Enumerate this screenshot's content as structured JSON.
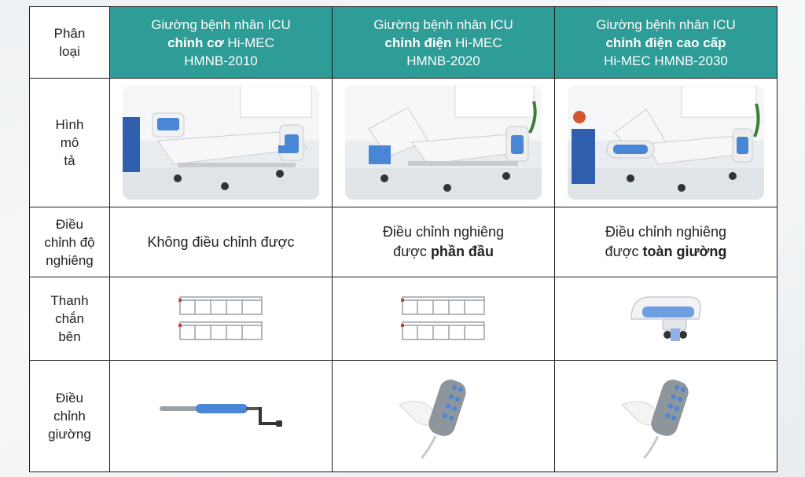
{
  "header": {
    "category_label_1": "Phân",
    "category_label_2": "loại",
    "products": [
      {
        "line1": "Giường bệnh nhân ICU",
        "bold": "chỉnh cơ",
        "rest": " Hi-MEC",
        "line3": "HMNB-2010"
      },
      {
        "line1": "Giường bệnh nhân ICU",
        "bold": "chỉnh điện",
        "rest": " Hi-MEC",
        "line3": "HMNB-2020"
      },
      {
        "line1": "Giường bệnh nhân ICU",
        "bold": "chỉnh điện cao cấp",
        "rest": "",
        "line3": "Hi-MEC HMNB-2030"
      }
    ]
  },
  "rows": {
    "image": {
      "l1": "Hình",
      "l2": "mô",
      "l3": "tả"
    },
    "tilt": {
      "l1": "Điều",
      "l2": "chỉnh độ",
      "l3": "nghiêng",
      "values": [
        {
          "line1": "Không điều chỉnh được",
          "line2_pre": "",
          "line2_bold": ""
        },
        {
          "line1": "Điều chỉnh nghiêng",
          "line2_pre": "được ",
          "line2_bold": "phần đầu"
        },
        {
          "line1": "Điều chỉnh nghiêng",
          "line2_pre": "được ",
          "line2_bold": "toàn giường"
        }
      ]
    },
    "rail": {
      "l1": "Thanh",
      "l2": "chắn",
      "l3": "bên"
    },
    "control": {
      "l1": "Điều",
      "l2": "chỉnh",
      "l3": "giường"
    }
  },
  "colors": {
    "header_bg": "#2e9c97",
    "accent_blue": "#4a86d6",
    "border": "#1b1b1b"
  },
  "icons": [
    "manual-bed-photo",
    "electric-bed-photo",
    "premium-electric-bed-photo",
    "side-rail-icon",
    "bed-head-rail-icon",
    "crank-handle-icon",
    "remote-control-icon"
  ]
}
